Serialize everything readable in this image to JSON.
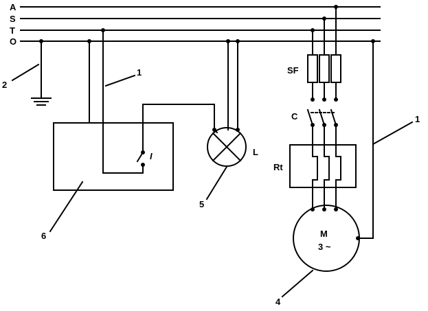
{
  "bus_labels": {
    "a": "A",
    "s": "S",
    "t": "T",
    "o": "O"
  },
  "components": {
    "breaker": "SF",
    "contactor": "C",
    "relay": "Rt",
    "lamp": "L",
    "switch": "I",
    "motor_name": "M",
    "motor_phase": "3 ~"
  },
  "callouts": {
    "ground": "2",
    "conductor_left": "1",
    "conductor_right": "1",
    "lamp": "5",
    "enclosure": "6",
    "motor": "4"
  },
  "colors": {
    "line": "#000000",
    "background": "#ffffff"
  }
}
